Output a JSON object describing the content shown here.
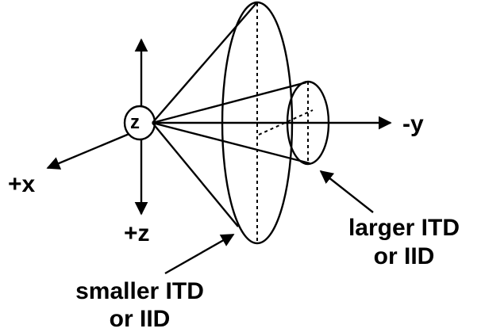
{
  "axes": {
    "x_label": "+x",
    "y_label": "-y",
    "z_label": "+z"
  },
  "head_label": "z",
  "annotations": {
    "larger": {
      "line1": "larger ITD",
      "line2": "or IID"
    },
    "smaller": {
      "line1": "smaller ITD",
      "line2": "or IID"
    }
  },
  "colors": {
    "stroke": "#000000",
    "background": "#ffffff"
  }
}
